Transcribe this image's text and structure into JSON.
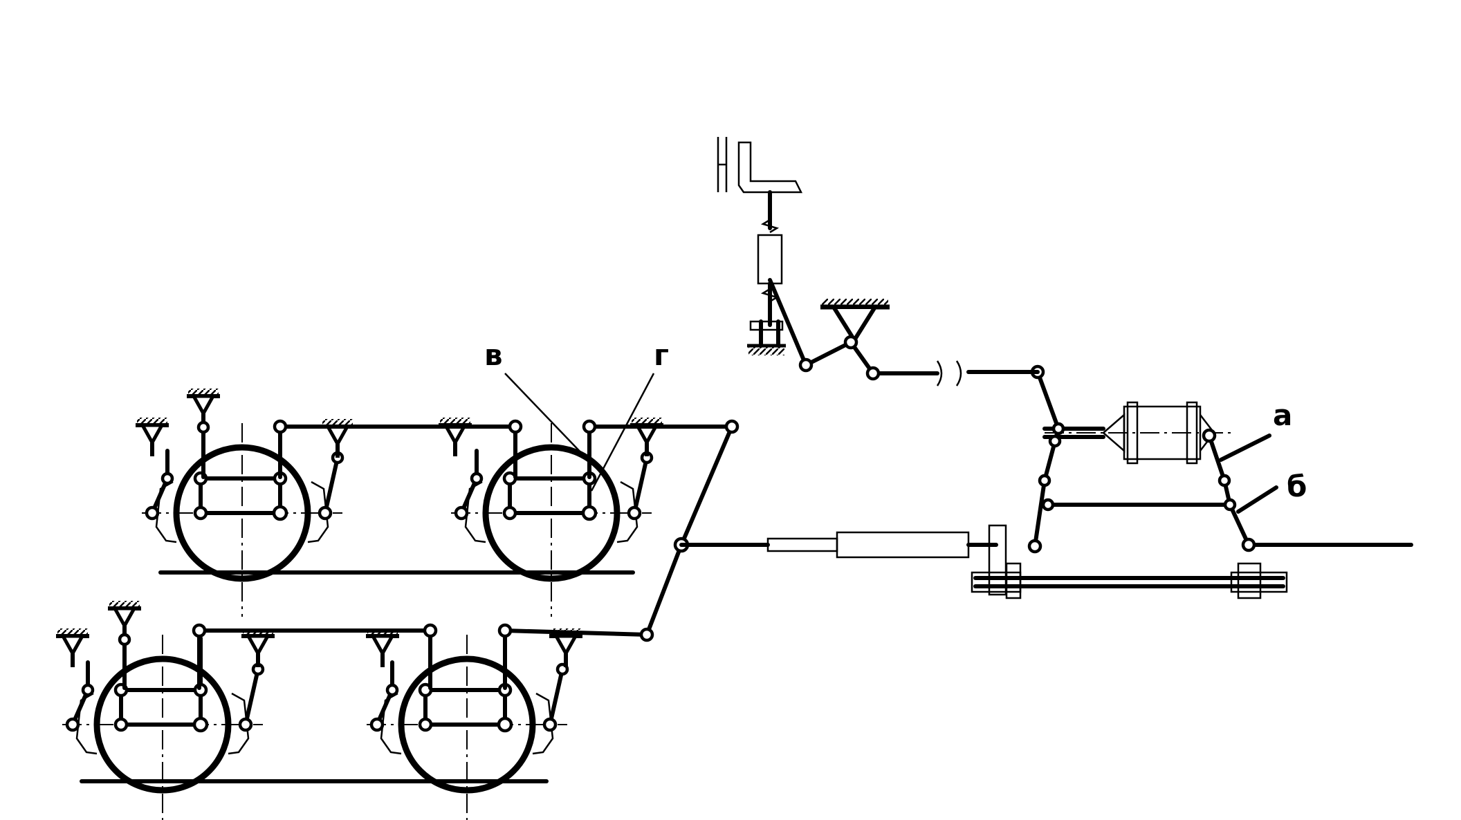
{
  "labels": {
    "a": "а",
    "b": "б",
    "v": "в",
    "g": "г"
  }
}
